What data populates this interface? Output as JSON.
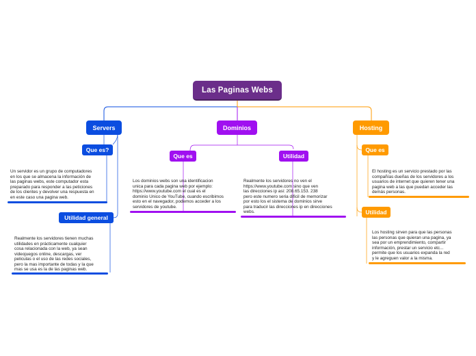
{
  "colors": {
    "root": "#6b2e8a",
    "servers": "#0b4de0",
    "dominios": "#a010f0",
    "hosting": "#ff9a00"
  },
  "map": {
    "root": "Las  Paginas Webs",
    "servers": {
      "label": "Servers",
      "que_es": {
        "label": "Que es?",
        "text": "Un servidor es un grupo de computadores\nen los que se almacena la información de\nlas paginas webs, este computador esta\npreparado para responder a las peticiones\nde los clientes y devolver una respuesta en\nen este caso una pagina web."
      },
      "utilidad": {
        "label": "Utilidad general",
        "text": "Realmente los servidores tienen muchas\nutilidades en prácticamente cualquier\ncosa relacionada con la web, ya sean\nvideojuegos online, descargas, ver\npeliculas o el uso de las redes sociales,\npero la mas importante de todas y la que\nmas se usa es la de las paginas web."
      }
    },
    "dominios": {
      "label": "Dominios",
      "que_es": {
        "label": "Que es",
        "text": "Los dominios webs son una identificacion\nunica para cada pagina web por ejemplo:\nhttps://www.youtube.com el cual es el\ndominio Unico de YouTube, cuando escribimos\nesto en el navegador, podemos acceder a los\nservidores de youtube."
      },
      "utilidad": {
        "label": "Utilidad",
        "text": "Realmente los servidores no ven el\nhttps://www.youtube.com sino que ven\nlas direcciones ip asi: 208.65.153. 238\npero este numero seria dificil de memorizar\npor esto los el sistema de dominios sirve\npara traducir las direcciones ip en direcciones\nwebs."
      }
    },
    "hosting": {
      "label": "Hosting",
      "que_es": {
        "label": "Que es",
        "text": "El hosting es un servicio prestado por las\ncompañías dueñas de los servidores a los\nusuarios de internet que quieren tener una\npagina web a las que puedan acceder las\ndemás personas."
      },
      "utilidad": {
        "label": "Utilidad",
        "text": "Los hosting sirven para que las personas\nlas personas que quieran una pagina, ya\nsea por un emprendimiento, compartir\ninformación, prestar un servicio etc...\npermite que los usuarios expanda la red\ny le agreguen valor a la misma."
      }
    }
  }
}
